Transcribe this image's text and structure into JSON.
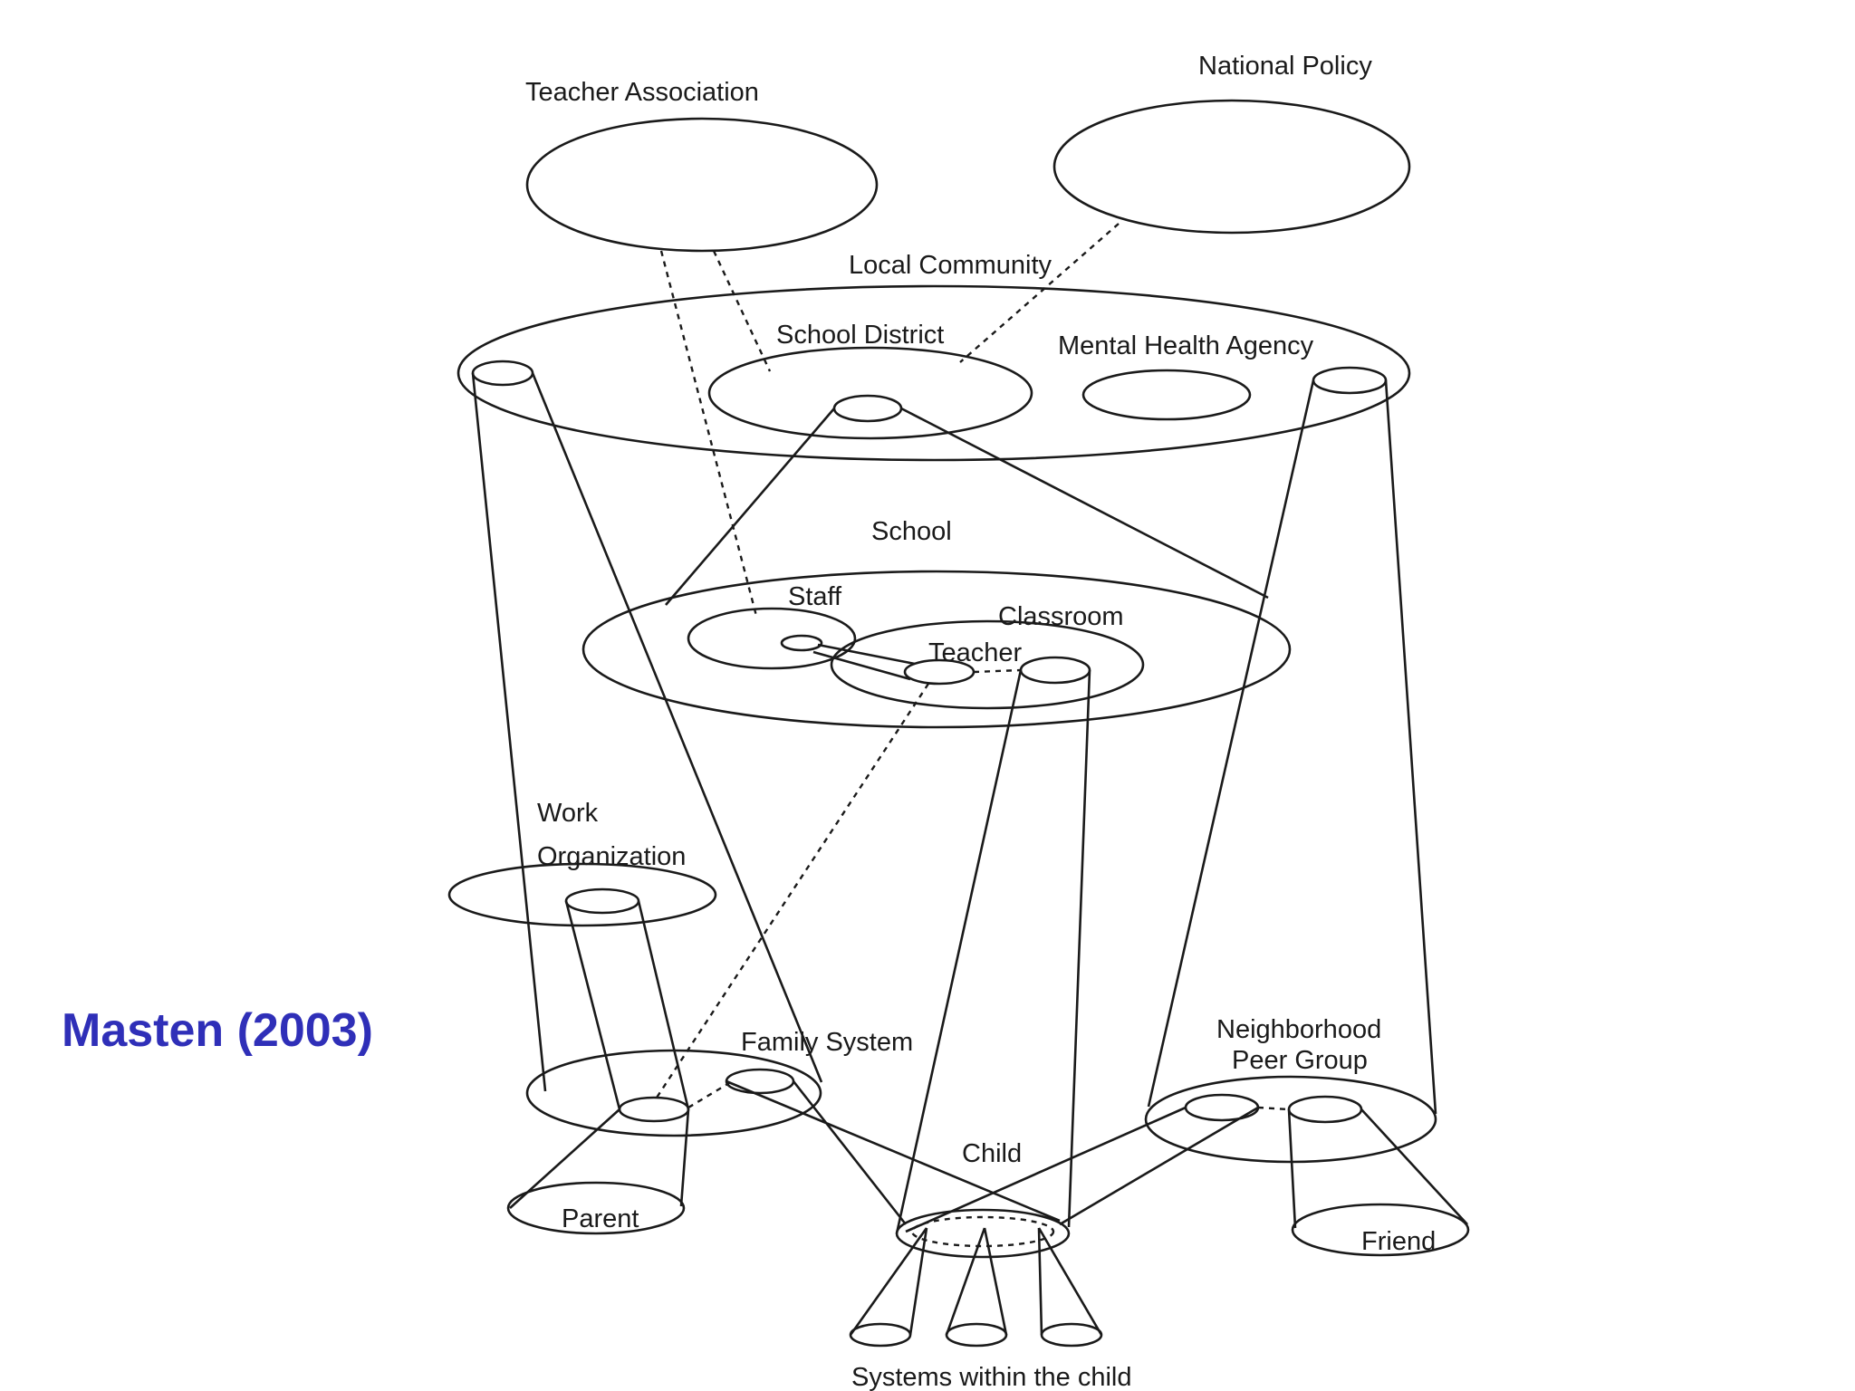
{
  "citation": "Masten (2003)",
  "labels": {
    "teacher_association": "Teacher Association",
    "national_policy": "National Policy",
    "local_community": "Local Community",
    "school_district": "School District",
    "mental_health_agency": "Mental Health Agency",
    "school": "School",
    "staff": "Staff",
    "classroom": "Classroom",
    "teacher": "Teacher",
    "work": "Work",
    "organization": "Organization",
    "family_system": "Family System",
    "neighborhood": "Neighborhood",
    "peer_group": "Peer Group",
    "child": "Child",
    "parent": "Parent",
    "friend": "Friend",
    "systems_within_child": "Systems within the child"
  },
  "colors": {
    "ink": "#1a1a1a",
    "citation": "#2f2fb8"
  }
}
